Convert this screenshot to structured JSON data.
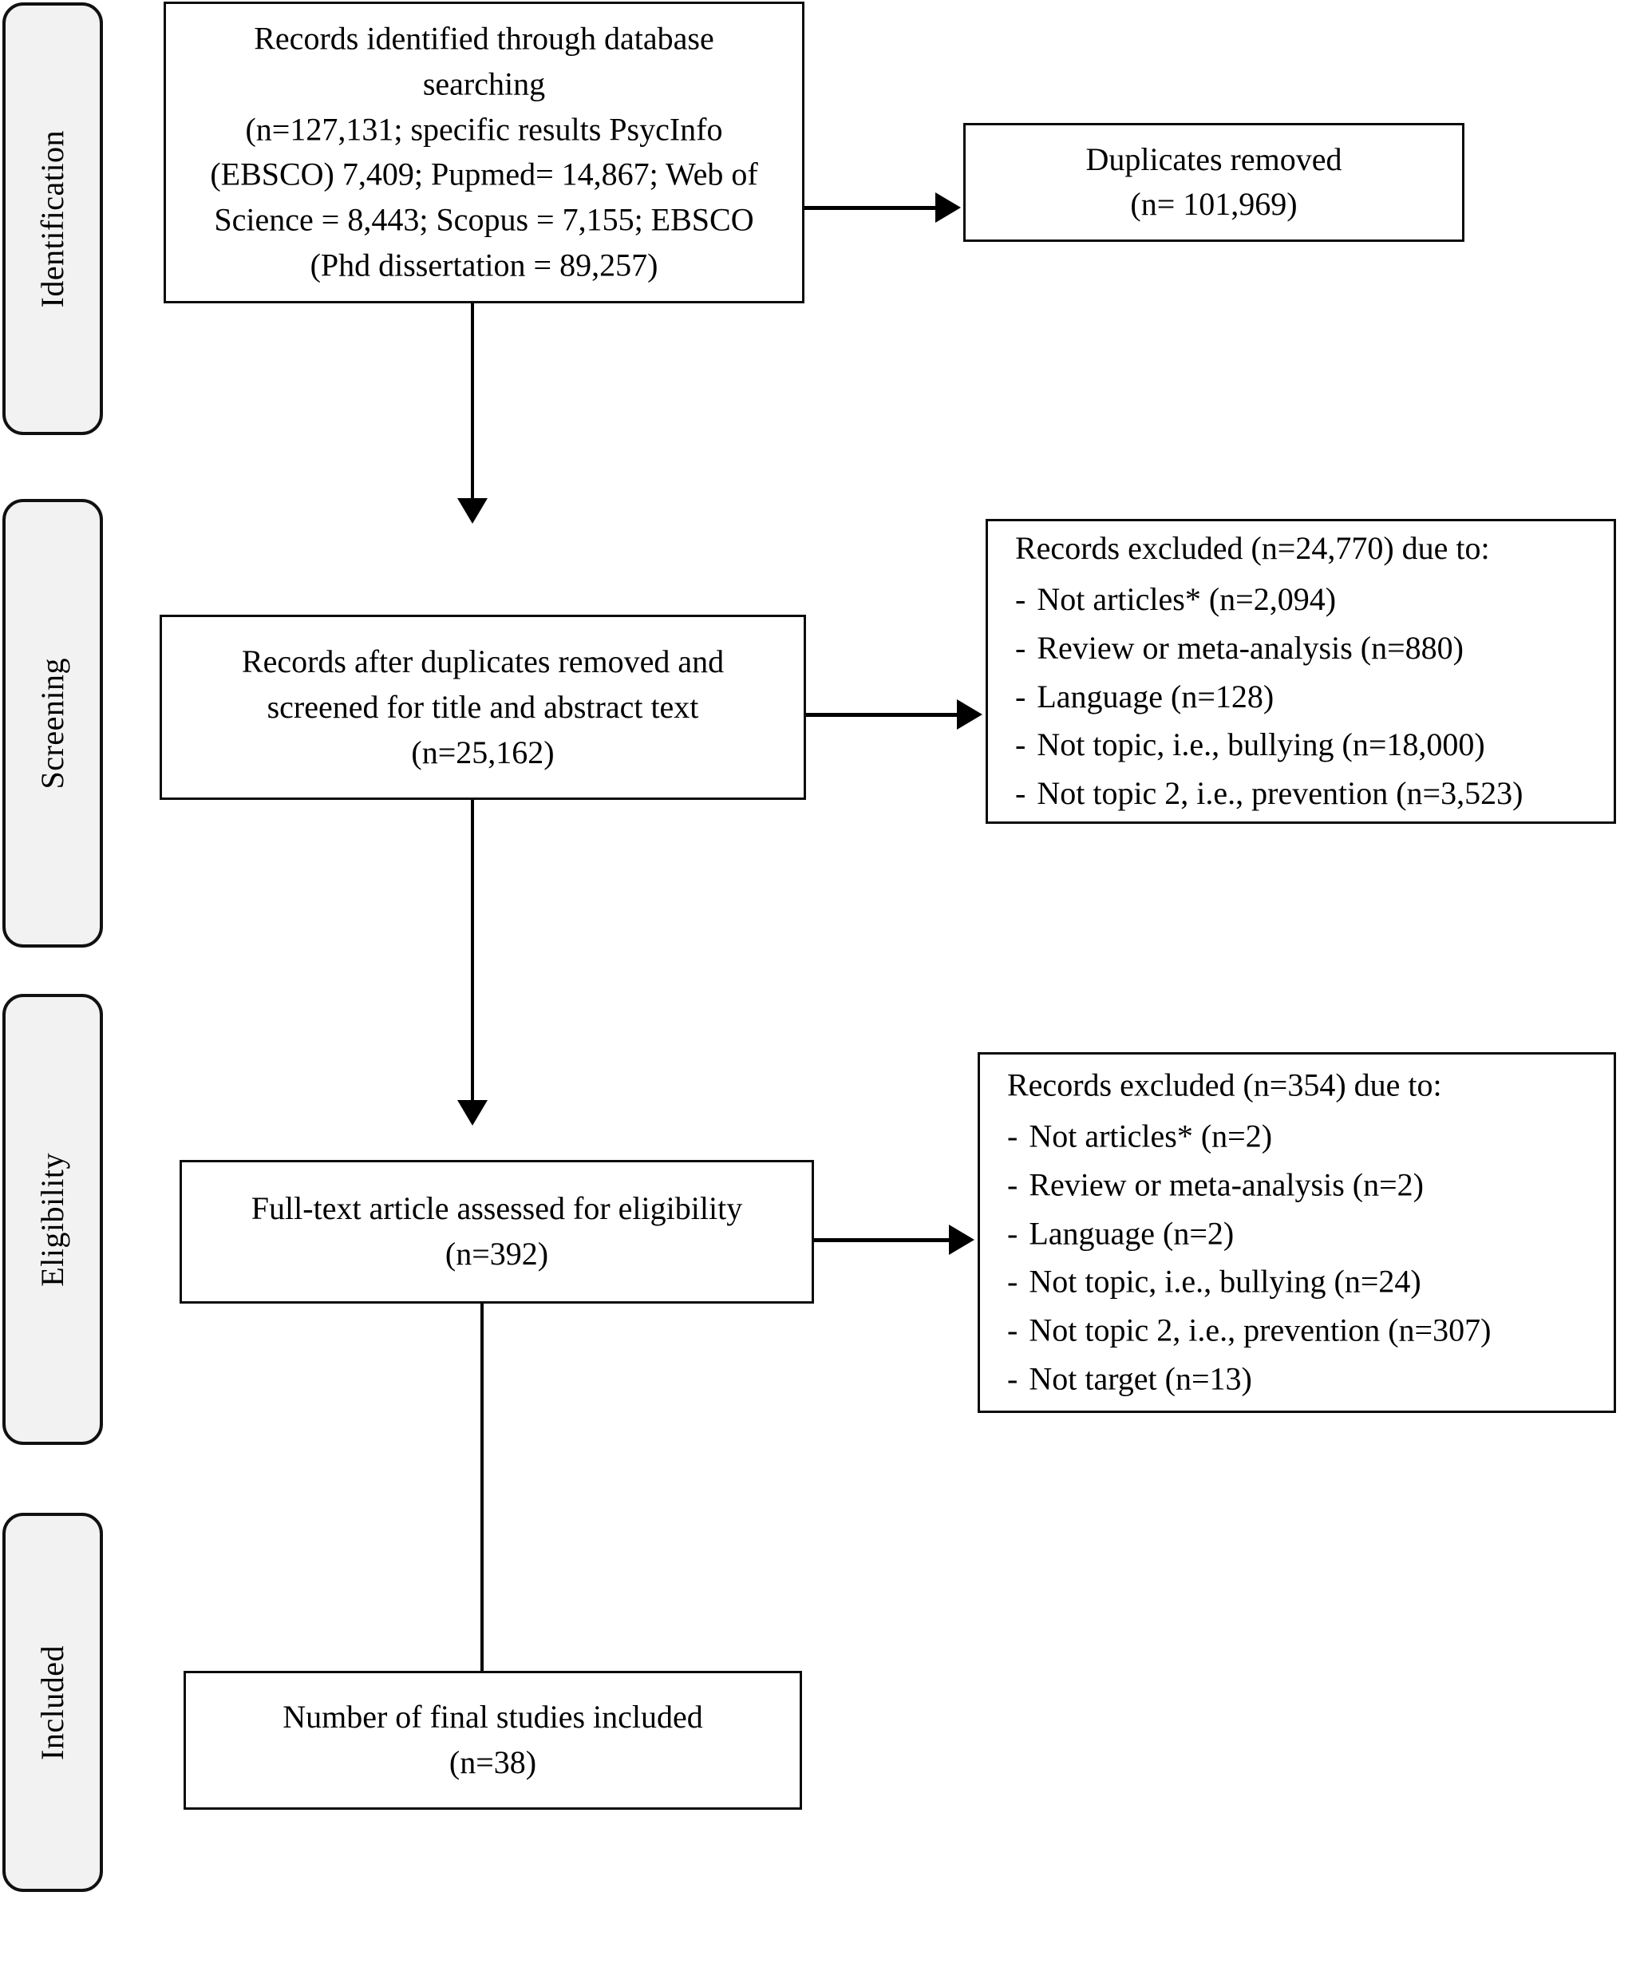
{
  "diagram": {
    "title": "PRISMA flow diagram",
    "accent_color": "#000000",
    "tab_fill": "#f2f2f2",
    "box_fill": "#ffffff"
  },
  "stages": [
    {
      "id": "identification",
      "label": "Identification"
    },
    {
      "id": "screening",
      "label": "Screening"
    },
    {
      "id": "eligibility",
      "label": "Eligibility"
    },
    {
      "id": "included",
      "label": "Included"
    }
  ],
  "boxes": {
    "records_identified": {
      "text": "Records identified through database\nsearching\n(n=127,131; specific results PsycInfo\n(EBSCO) 7,409; Pupmed= 14,867; Web of\nScience = 8,443; Scopus = 7,155; EBSCO\n(Phd dissertation = 89,257)"
    },
    "duplicates_removed": {
      "text": "Duplicates removed\n(n= 101,969)"
    },
    "records_after_duplicates": {
      "text": "Records after duplicates removed and\nscreened for title and abstract text\n(n=25,162)"
    },
    "fulltext_assessed": {
      "text": "Full-text article assessed for eligibility\n(n=392)"
    },
    "final_included": {
      "text": "Number of final studies included\n(n=38)"
    }
  },
  "exclusions": {
    "screening": {
      "heading": "Records excluded (n=24,770) due to:",
      "dash": "-",
      "items": [
        "Not articles* (n=2,094)",
        "Review or meta-analysis (n=880)",
        "Language (n=128)",
        "Not topic, i.e., bullying (n=18,000)",
        "Not topic 2, i.e., prevention (n=3,523)"
      ]
    },
    "eligibility": {
      "heading": "Records excluded (n=354) due to:",
      "dash": "-",
      "items": [
        "Not articles* (n=2)",
        "Review or meta-analysis (n=2)",
        "Language (n=2)",
        "Not topic, i.e., bullying (n=24)",
        "Not topic 2, i.e., prevention (n=307)",
        "Not target (n=13)"
      ]
    }
  },
  "connectors": [
    {
      "id": "identified-to-duplicates",
      "type": "arrow-right"
    },
    {
      "id": "identified-to-screening",
      "type": "arrow-down"
    },
    {
      "id": "screening-to-excluded",
      "type": "arrow-right"
    },
    {
      "id": "screening-to-eligibility",
      "type": "arrow-down"
    },
    {
      "id": "eligibility-to-excluded",
      "type": "arrow-right"
    },
    {
      "id": "eligibility-to-included",
      "type": "arrow-down"
    }
  ]
}
